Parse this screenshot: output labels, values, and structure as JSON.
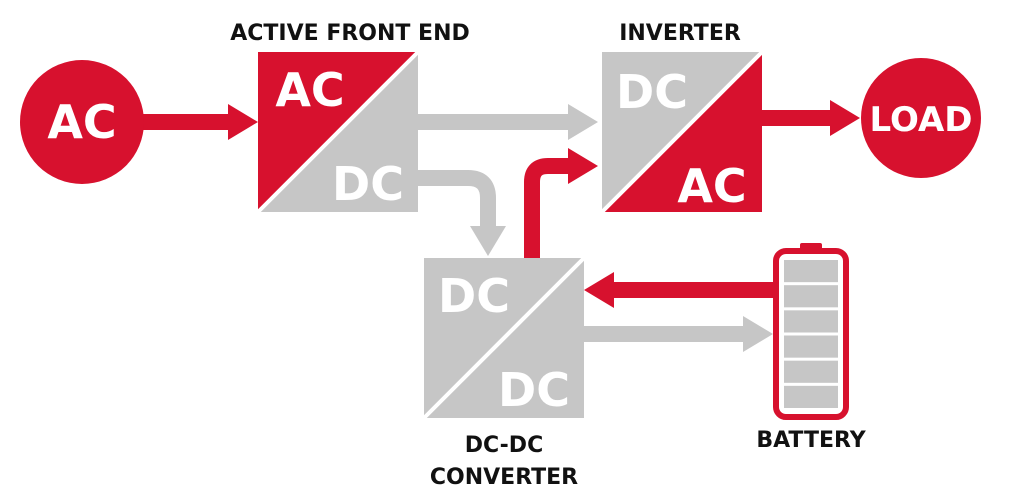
{
  "colors": {
    "red": "#d7112e",
    "gray": "#c6c6c6",
    "white": "#ffffff",
    "text": "#111111"
  },
  "source": {
    "label": "AC"
  },
  "load": {
    "label": "LOAD"
  },
  "active_front_end": {
    "title": "ACTIVE FRONT END",
    "top": "AC",
    "bottom": "DC"
  },
  "inverter": {
    "title": "INVERTER",
    "top": "DC",
    "bottom": "AC"
  },
  "dcdc_converter": {
    "title_line1": "DC-DC",
    "title_line2": "CONVERTER",
    "top": "DC",
    "bottom": "DC"
  },
  "battery": {
    "title": "BATTERY",
    "cell_count": 6
  }
}
